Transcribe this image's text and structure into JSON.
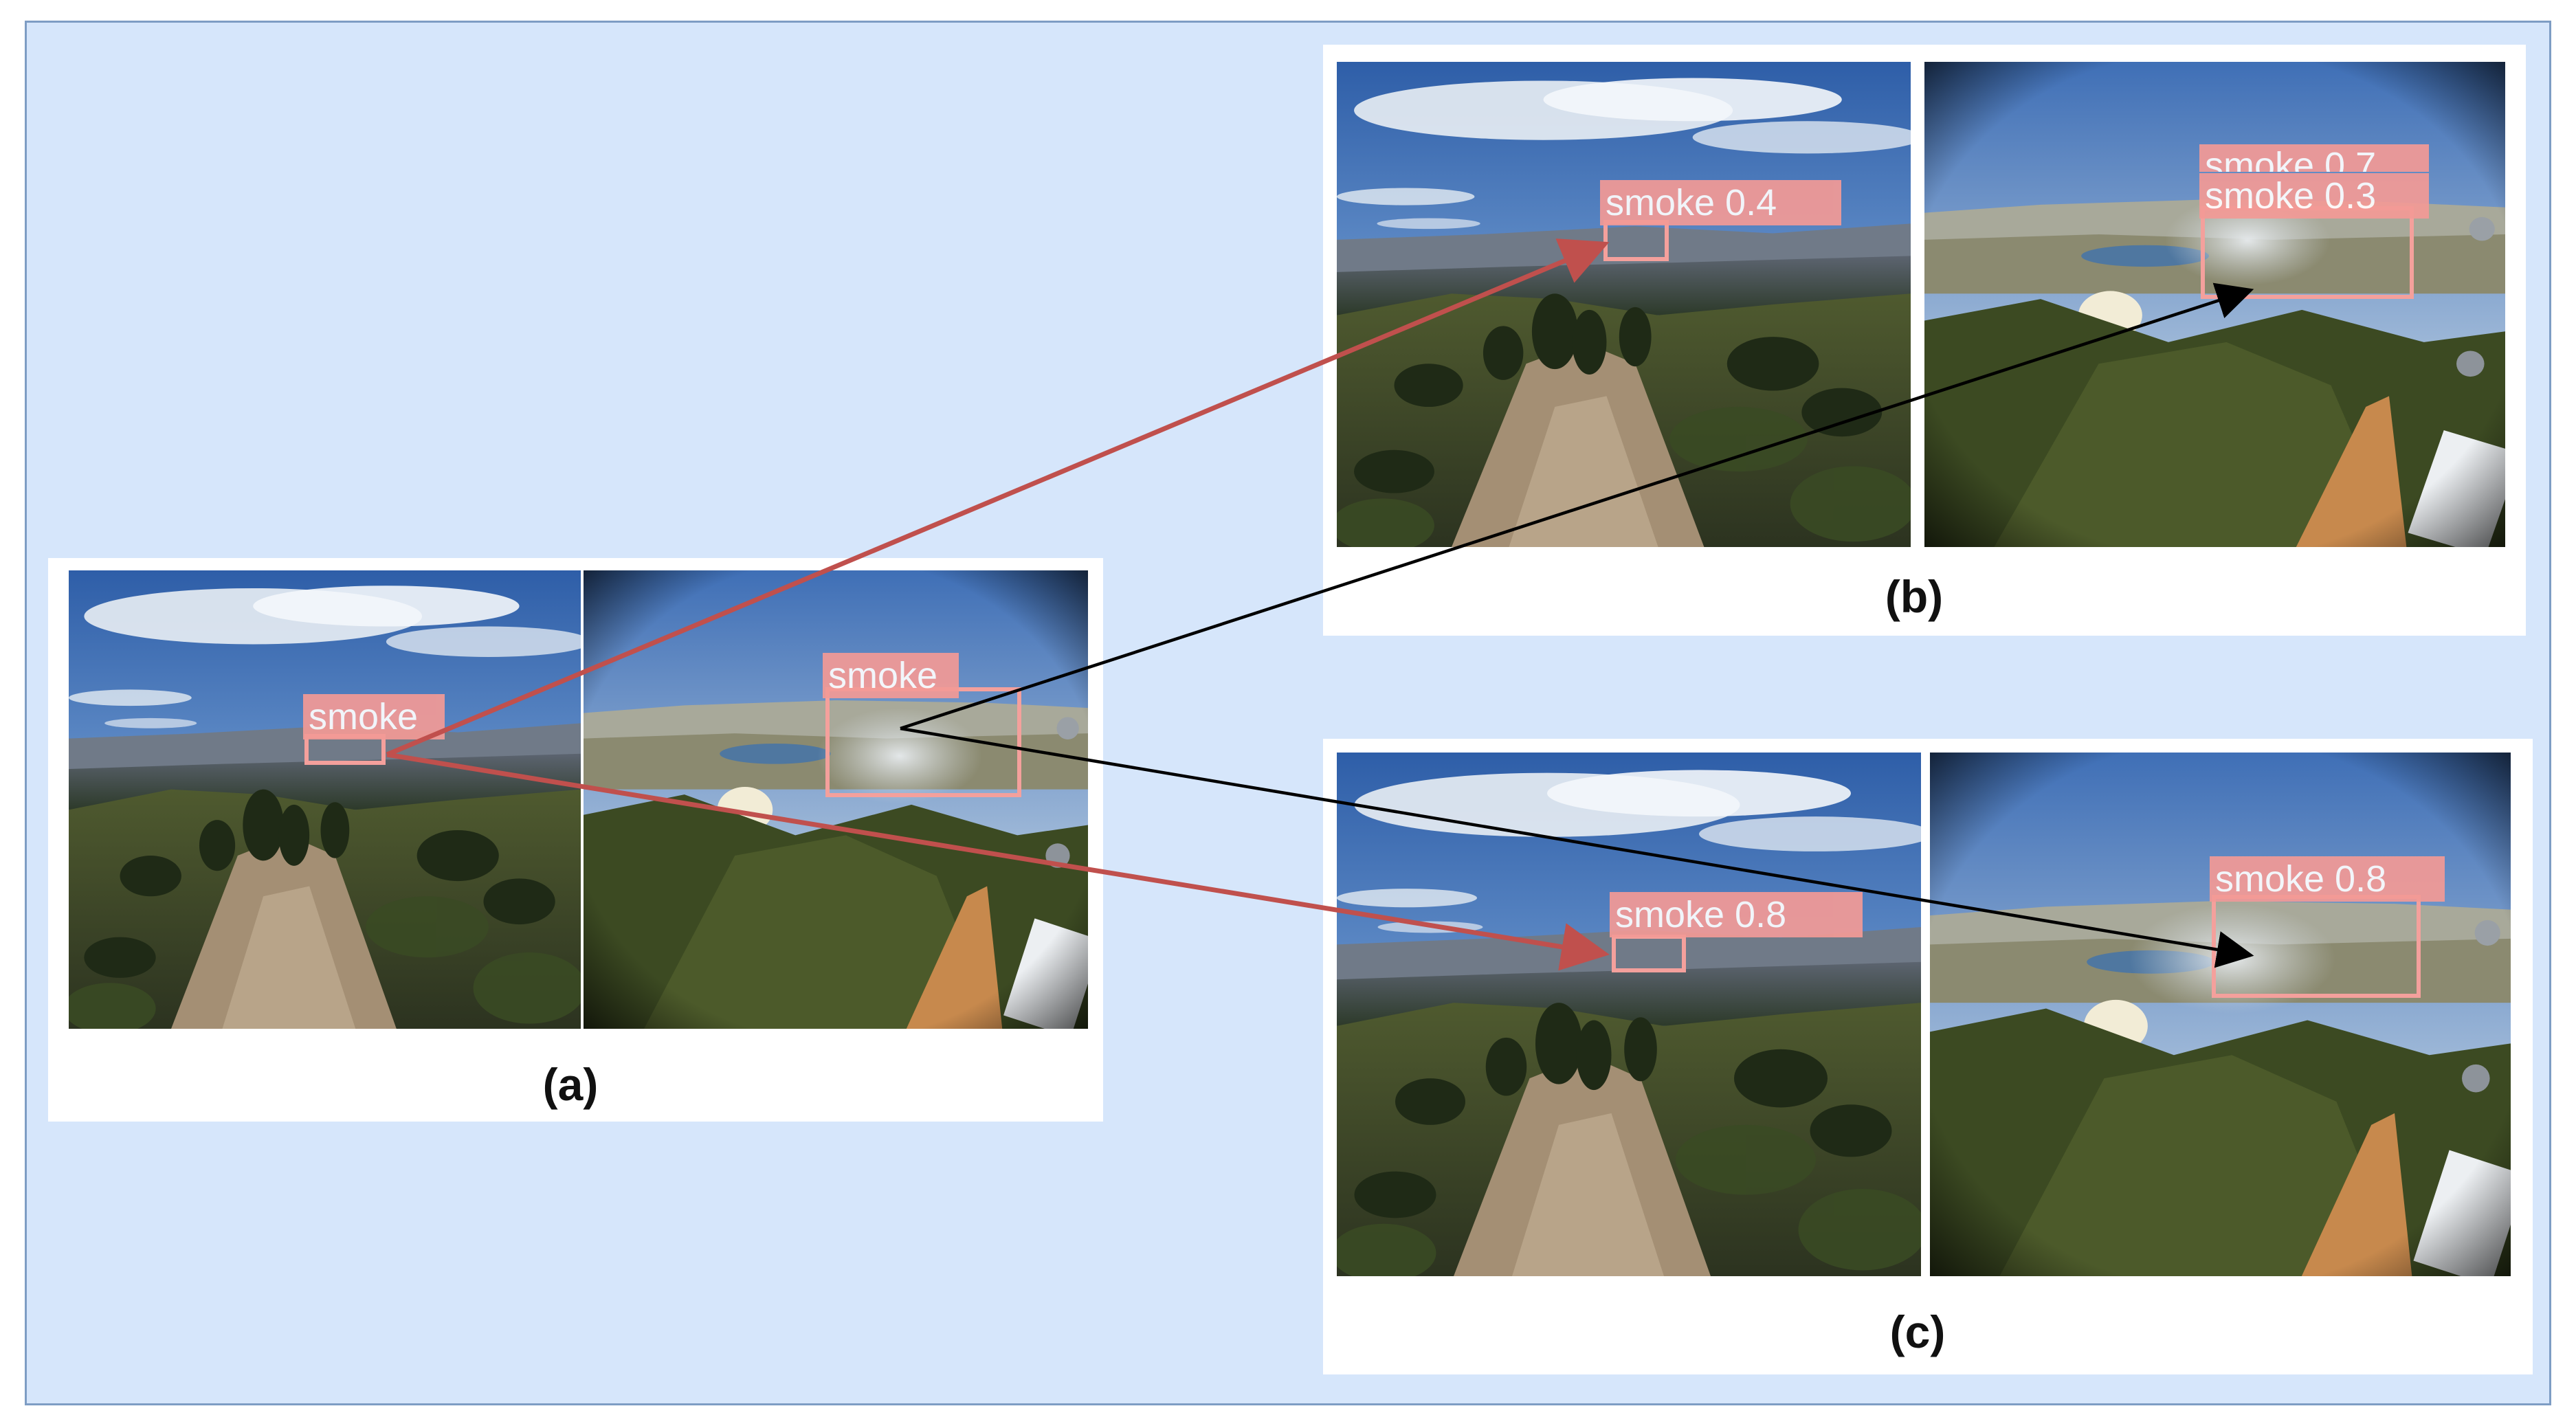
{
  "panels": {
    "a": {
      "caption": "(a)",
      "labels": {
        "left": "smoke",
        "right": "smoke"
      }
    },
    "b": {
      "caption": "(b)",
      "labels": {
        "left": "smoke 0.4",
        "right_top": "smoke 0.7",
        "right": "smoke 0.3"
      }
    },
    "c": {
      "caption": "(c)",
      "labels": {
        "left": "smoke 0.8",
        "right": "smoke 0.8"
      }
    }
  },
  "colors": {
    "background": "#d6e6fb",
    "frame_border": "#7e9dc4",
    "detection_box": "#f4a09c",
    "red_arrow": "#c0504d",
    "black_arrow": "#000000"
  }
}
